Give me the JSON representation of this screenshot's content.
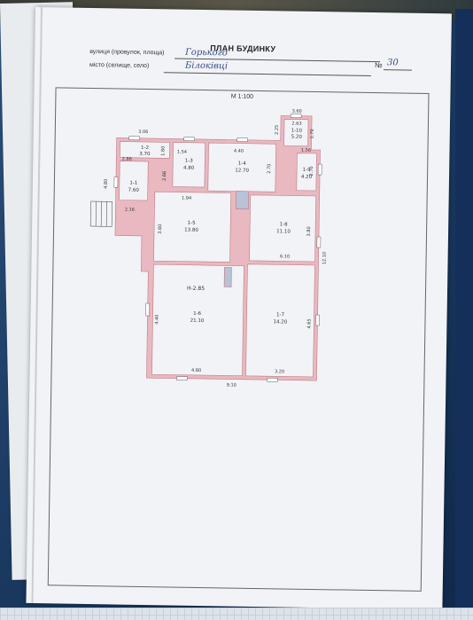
{
  "document": {
    "title": "ПЛАН БУДИНКУ",
    "street_label": "вулиця (провулок, площа)",
    "street_value": "Горького",
    "city_label": "місто (селище, село)",
    "city_value": "Білоківці",
    "number_label": "№",
    "number_value": "30",
    "scale": "М 1:100"
  },
  "plan": {
    "rooms": [
      {
        "id": "1-1",
        "area": "7.60"
      },
      {
        "id": "1-2",
        "area": "3.70"
      },
      {
        "id": "1-3",
        "area": "4.80"
      },
      {
        "id": "1-4",
        "area": "12.70"
      },
      {
        "id": "1-5",
        "area": "13.80"
      },
      {
        "id": "1-6",
        "area": "21.10"
      },
      {
        "id": "1-7",
        "area": "14.20"
      },
      {
        "id": "1-8",
        "area": "11.10"
      },
      {
        "id": "1-9",
        "area": "4.20"
      },
      {
        "id": "1-10",
        "area": "5.20"
      }
    ],
    "height_note": "Н-2.85",
    "dimensions": {
      "d_306": "3.06",
      "d_286": "2.86",
      "d_480": "4.80",
      "d_216": "2.16",
      "d_154": "1.54",
      "d_266": "2.66",
      "d_180": "1.80",
      "d_440": "4.40",
      "d_270a": "2.70",
      "d_156": "1.56",
      "d_270b": "2.70",
      "d_194": "1.94",
      "d_380a": "3.80",
      "d_380b": "3.80",
      "d_610": "6.10",
      "d_1210": "12.10",
      "d_440b": "4.40",
      "d_4_65": "4.65",
      "d_480b": "4.80",
      "d_320": "3.20",
      "d_910": "9.10",
      "d_360": "3.60",
      "d_263": "2.63",
      "d_225": "2.25",
      "d_170": "1.70"
    }
  }
}
